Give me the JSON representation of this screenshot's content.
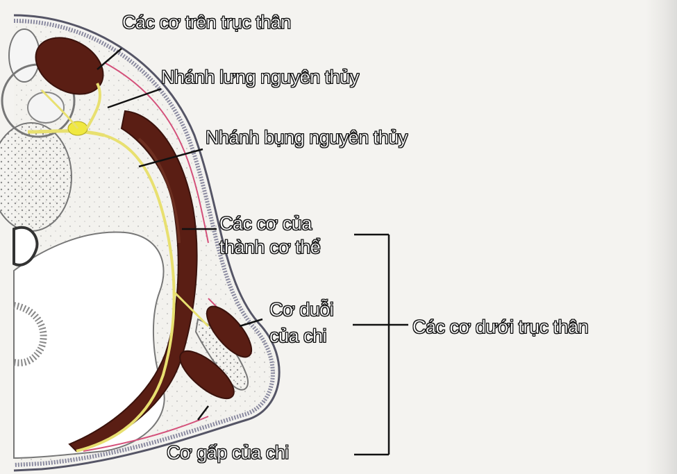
{
  "labels": {
    "axial_muscles": "Các cơ trên trục thân",
    "dorsal_ramus": "Nhánh lưng nguyên thủy",
    "ventral_ramus": "Nhánh bụng nguyên thủy",
    "body_wall_line1": "Các cơ của",
    "body_wall_line2": "thành cơ thể",
    "extensor_line1": "Cơ duỗi",
    "extensor_line2": "của chi",
    "hypaxial_muscles": "Các cơ dưới trục thân",
    "flexor": "Cơ gấp của chi"
  },
  "colors": {
    "muscle": "#5a1e14",
    "muscle_light": "#7a3a2a",
    "nerve": "#e8e070",
    "skin_outline": "#555566",
    "dermis_pink": "#d4507a",
    "mesenchyme_dots": "#9a9a9a",
    "bone_fill": "#eeeeee",
    "leader_line": "#111111"
  }
}
